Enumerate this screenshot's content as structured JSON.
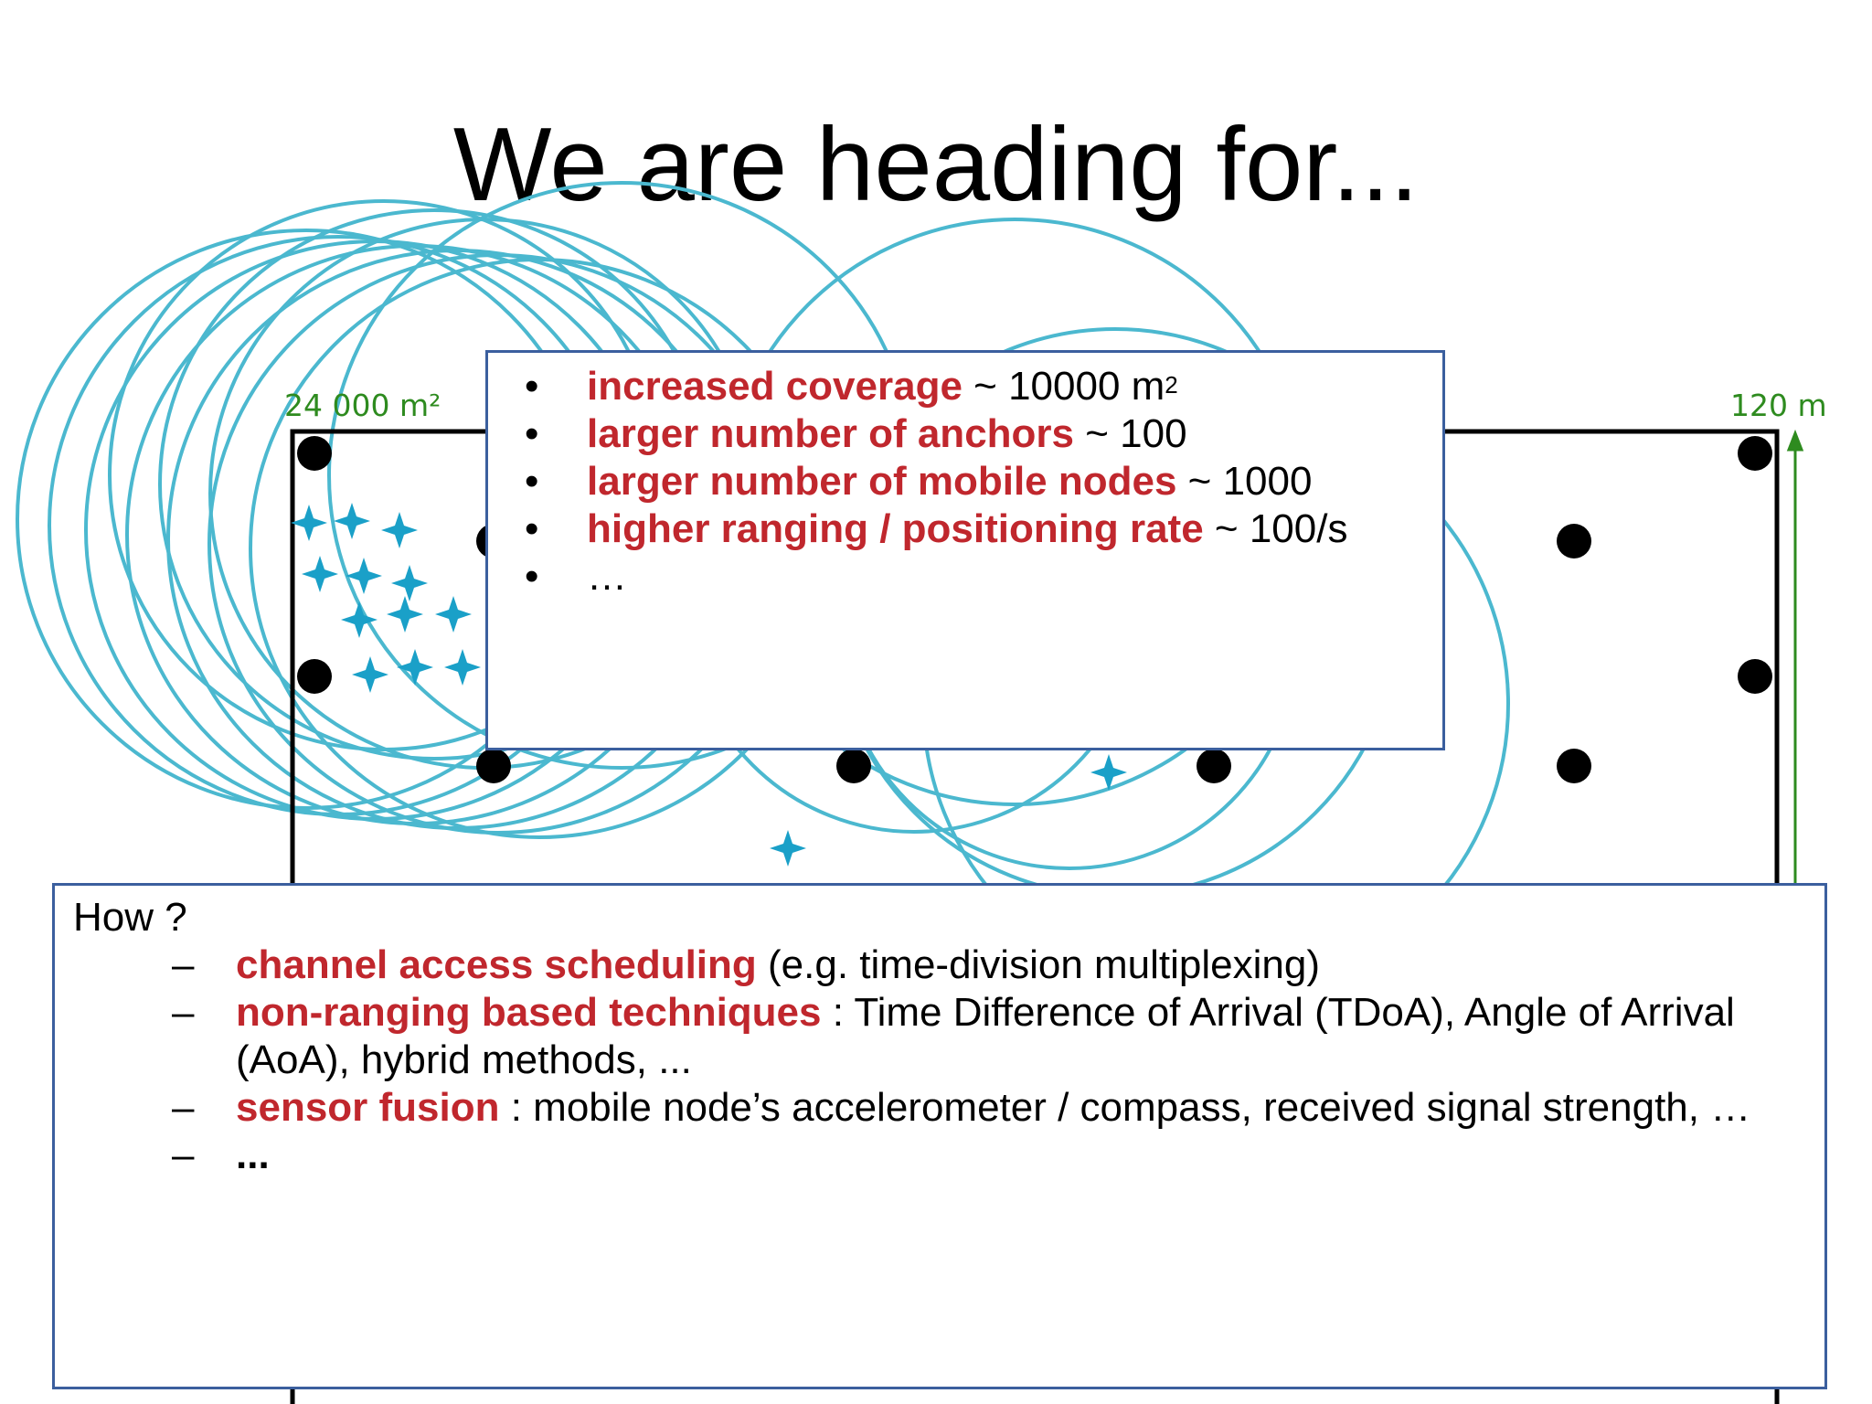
{
  "slide": {
    "title": "We are heading for..."
  },
  "diagram": {
    "area_label": "24 000 m²",
    "height_label": "120 m",
    "colors": {
      "range_circle": "#4bb8cf",
      "mobile_node": "#1aa0c8",
      "anchor": "#000000",
      "dimension": "#2e8b1f"
    }
  },
  "goals": {
    "items": [
      {
        "bullet": "•",
        "highlight": "increased coverage",
        "text": " ~ 10000 m",
        "sup": "2"
      },
      {
        "bullet": "•",
        "highlight": "larger number of anchors",
        "text": " ~ 100"
      },
      {
        "bullet": "•",
        "highlight": "larger number of mobile nodes",
        "text": " ~ 1000"
      },
      {
        "bullet": "•",
        "highlight": "higher ranging / positioning rate",
        "text": " ~ 100/s"
      },
      {
        "bullet": "•",
        "text": "…"
      }
    ]
  },
  "how": {
    "heading": "How ?",
    "items": [
      {
        "dash": "–",
        "highlight": "channel access scheduling",
        "text": " (e.g. time-division multiplexing)"
      },
      {
        "dash": "–",
        "highlight": "non-ranging based techniques",
        "text": " : Time Difference of Arrival (TDoA), Angle of Arrival (AoA), hybrid methods, ..."
      },
      {
        "dash": "–",
        "highlight": "sensor fusion",
        "text": " : mobile node’s accelerometer / compass, received signal strength, …"
      },
      {
        "dash": "–",
        "text": "..."
      }
    ]
  }
}
